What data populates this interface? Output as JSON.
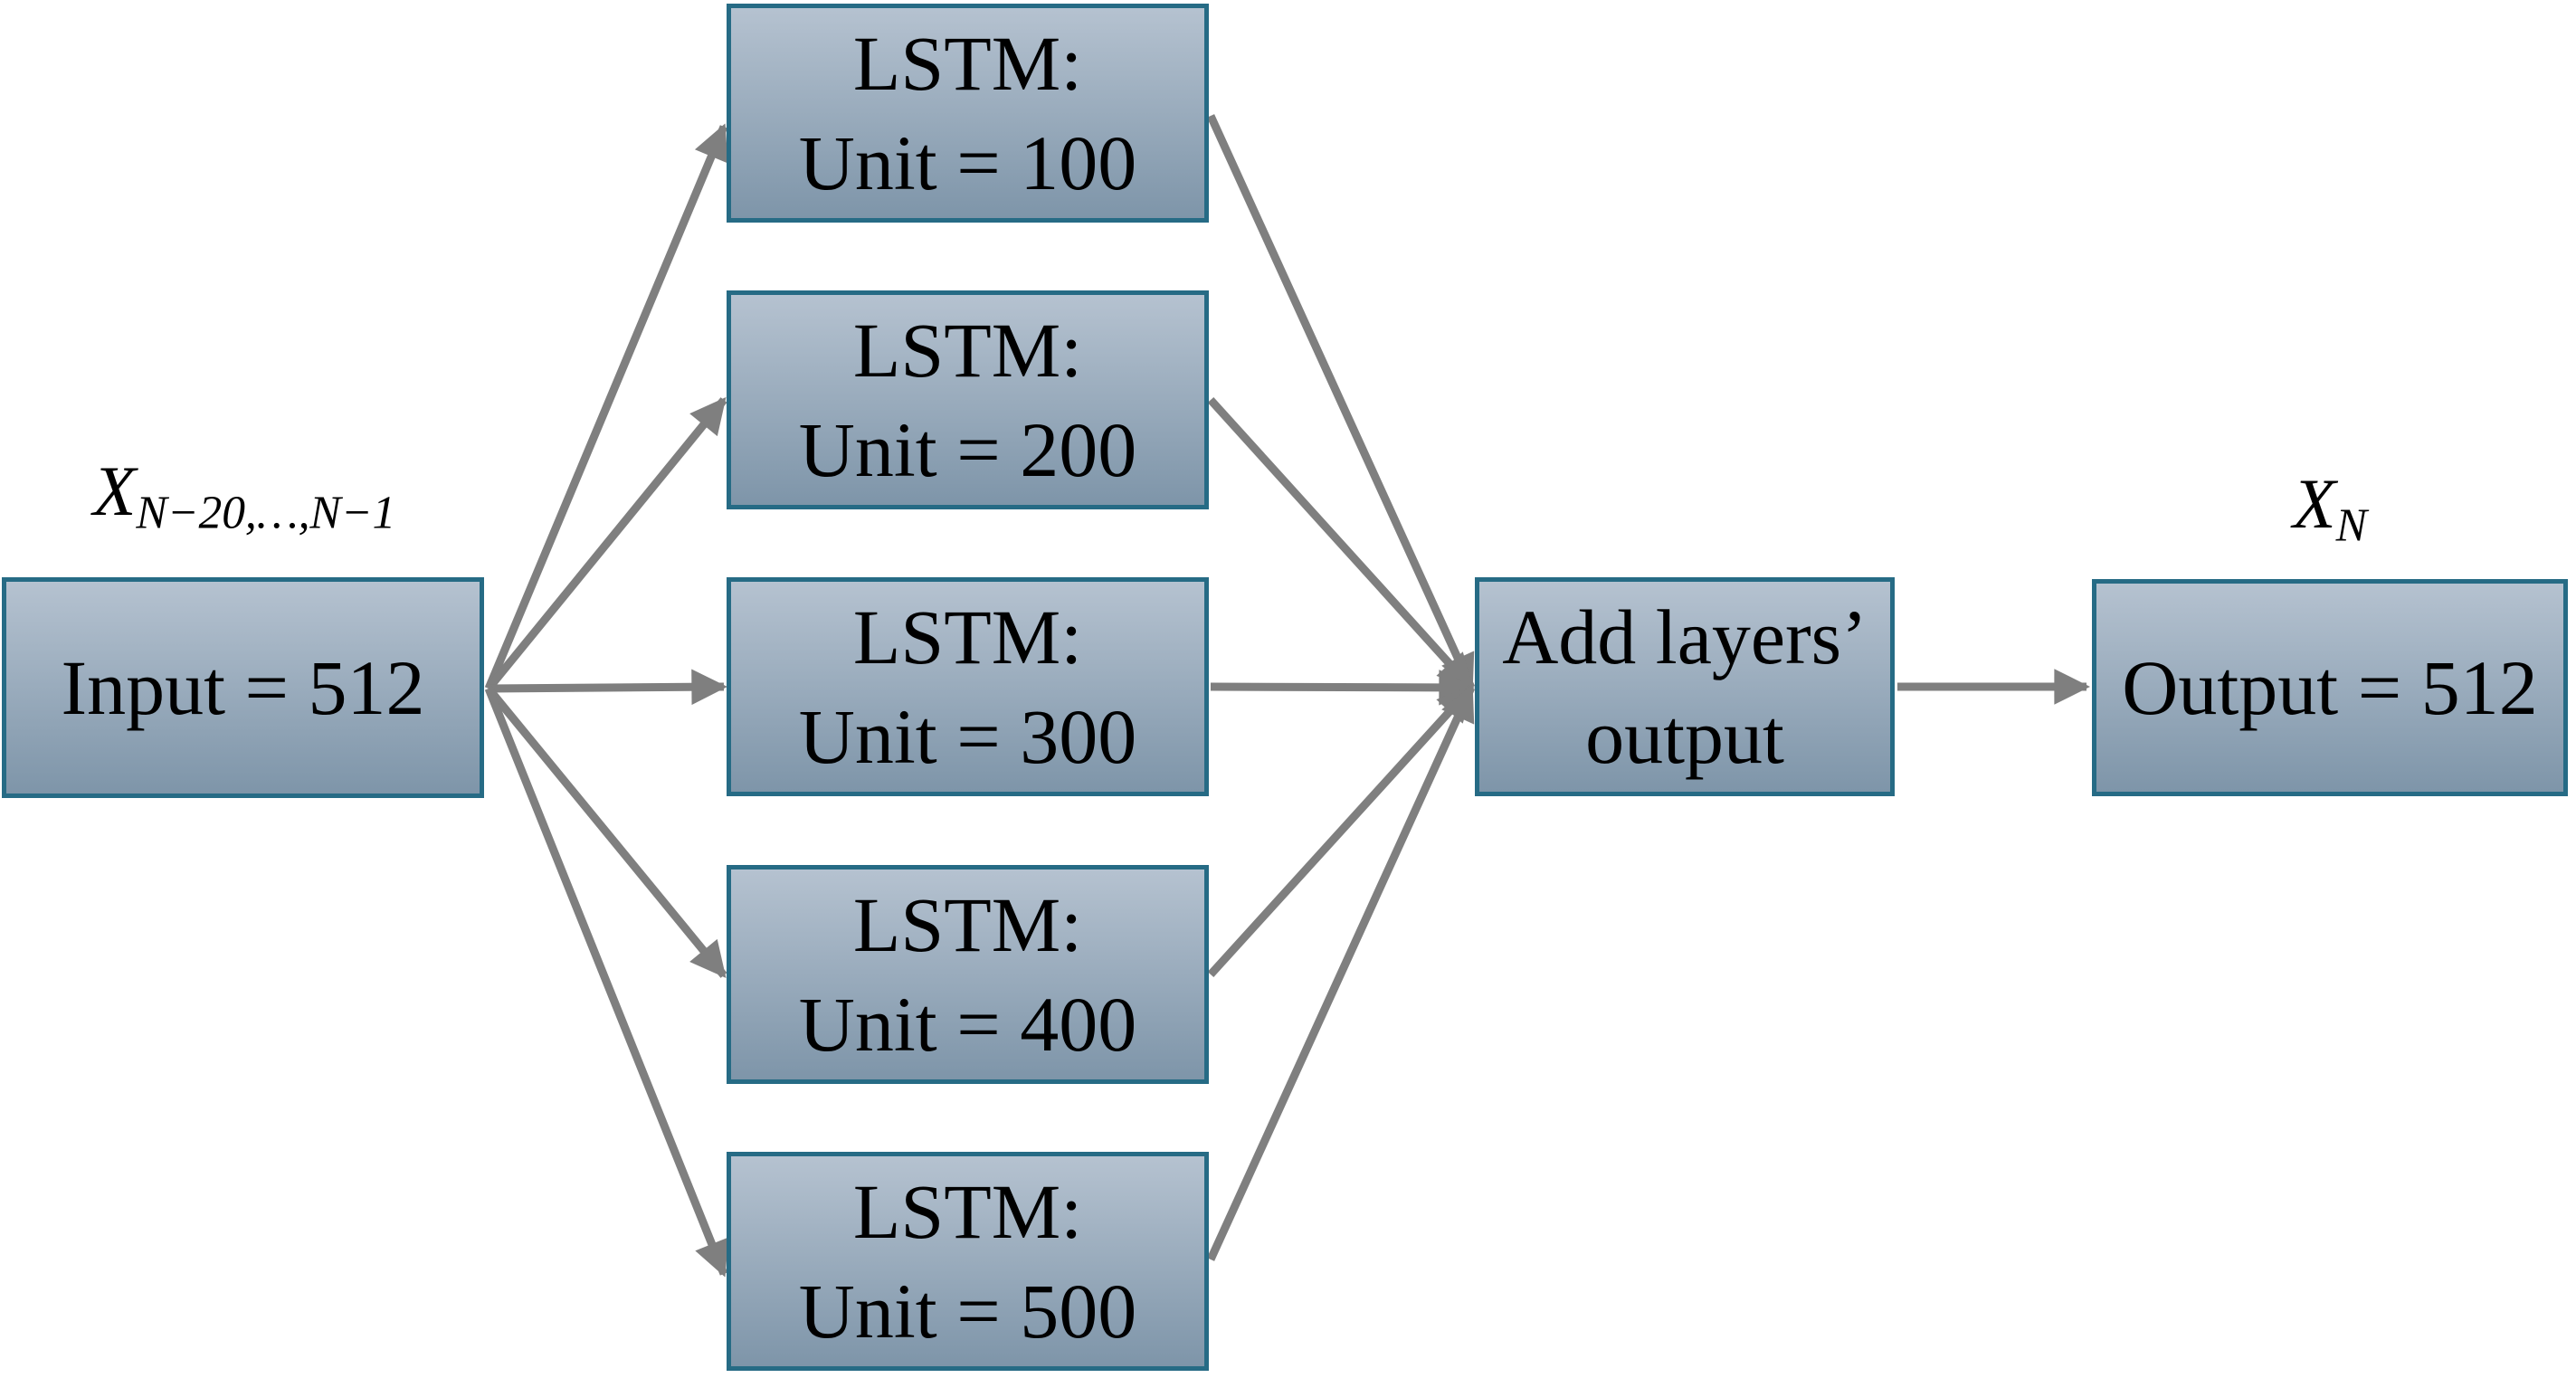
{
  "figure": {
    "input_annotation": {
      "base": "X",
      "subscript": "N−20,…,N−1"
    },
    "output_annotation": {
      "base": "X",
      "subscript": "N"
    },
    "input_box": {
      "label": "Input = 512"
    },
    "lstm_boxes": [
      {
        "line1": "LSTM:",
        "line2": "Unit = 100"
      },
      {
        "line1": "LSTM:",
        "line2": "Unit = 200"
      },
      {
        "line1": "LSTM:",
        "line2": "Unit = 300"
      },
      {
        "line1": "LSTM:",
        "line2": "Unit = 400"
      },
      {
        "line1": "LSTM:",
        "line2": "Unit = 500"
      }
    ],
    "add_box": {
      "line1": "Add layers’",
      "line2": "output"
    },
    "output_box": {
      "label": "Output = 512"
    },
    "colors": {
      "box_fill_top": "#b5c2d0",
      "box_fill_bottom": "#7e95a9",
      "box_border": "#266b85",
      "arrow": "#7f7f7f",
      "text": "#000000",
      "background": "#ffffff"
    }
  }
}
